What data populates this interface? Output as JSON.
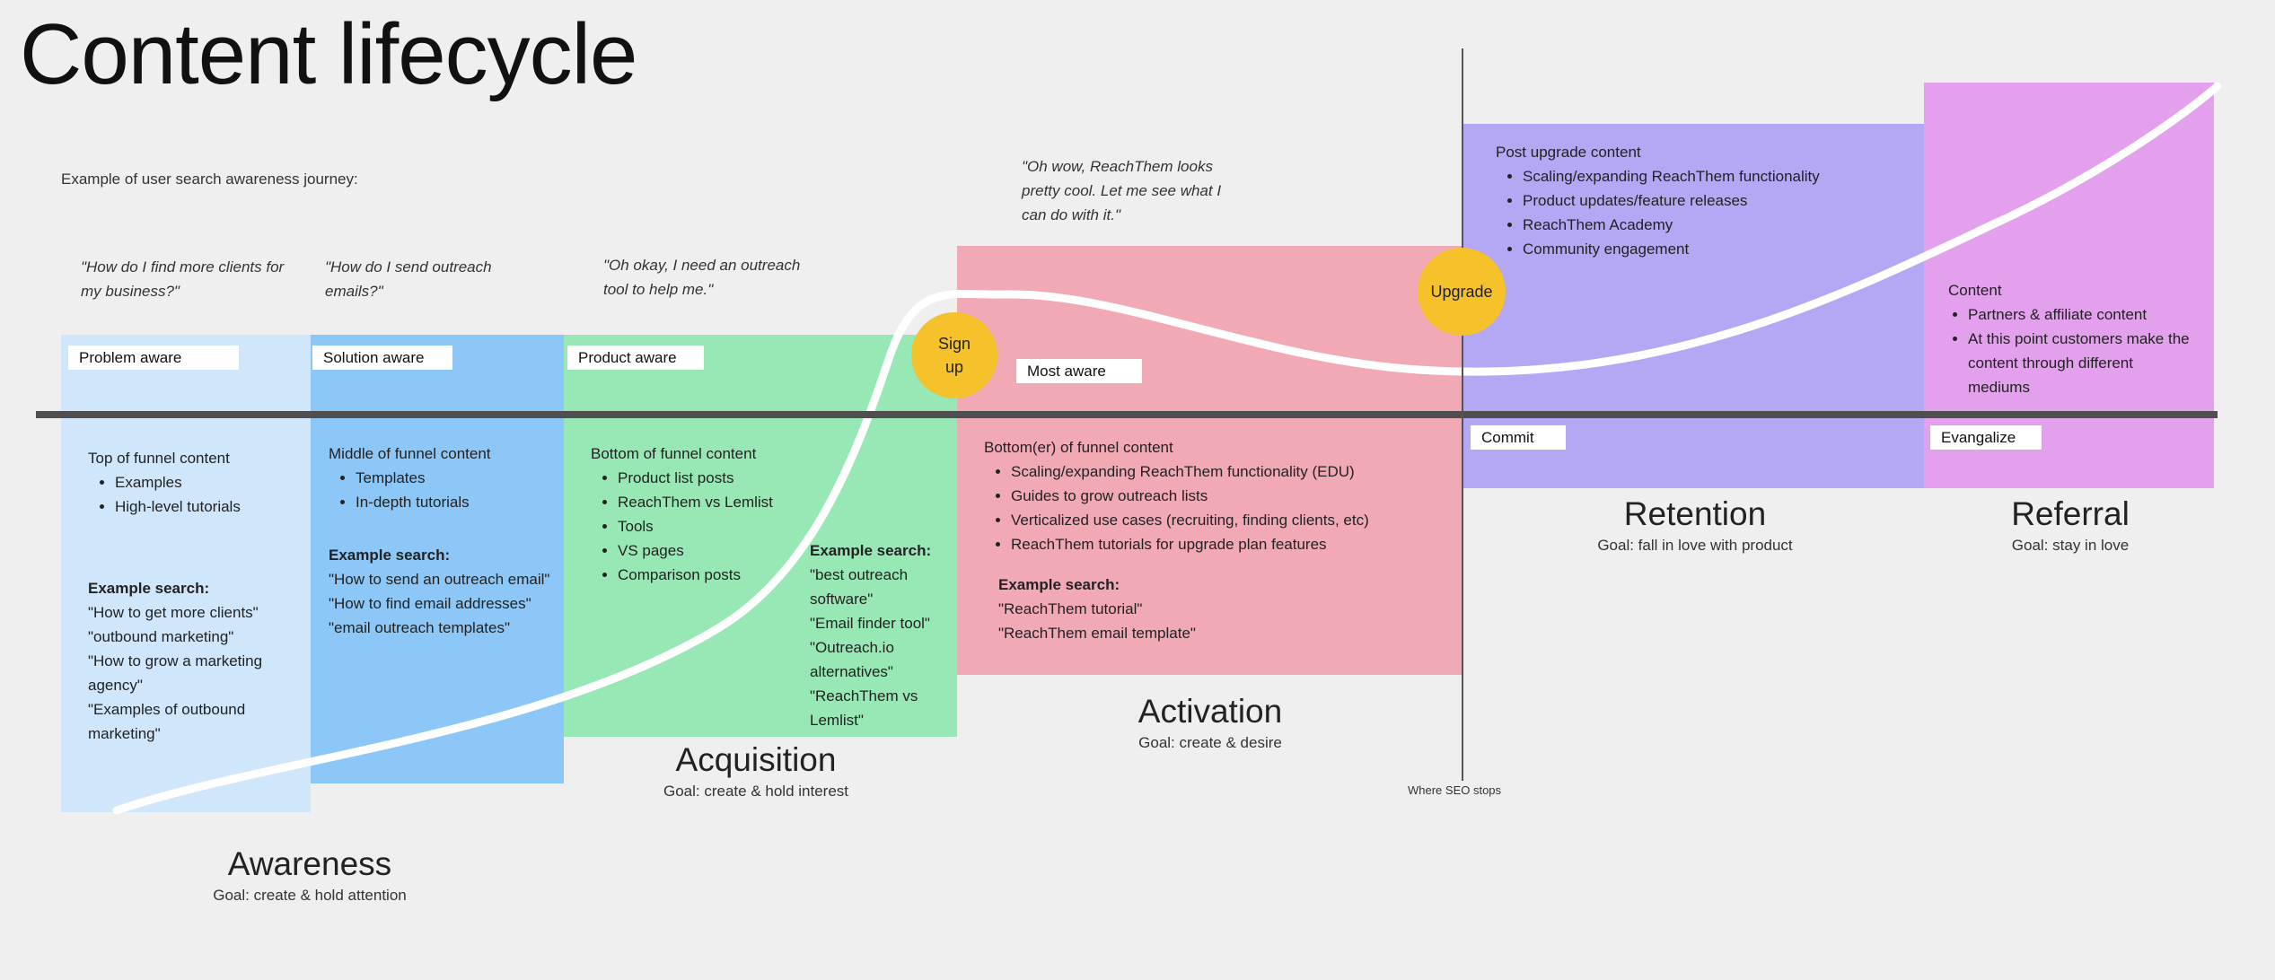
{
  "title": "Content lifecycle",
  "subtitle": "Example of user search awareness journey:",
  "colors": {
    "problem": "#cfe6fb",
    "solution": "#8cc7f7",
    "product": "#98e8b6",
    "activation": "#f2a9b6",
    "retention": "#b4a8f4",
    "referral": "#e3a0ec",
    "milestone": "#f6c22c",
    "axis": "#4f4f4f"
  },
  "quotes": {
    "problem": "\"How do I find more clients for my business?\"",
    "solution": "\"How do I send outreach emails?\"",
    "product": "\"Oh okay, I need an outreach tool to help me.\"",
    "most_aware": "\"Oh wow, ReachThem looks pretty cool. Let me see what I can do with it.\""
  },
  "tags": {
    "problem": "Problem aware",
    "solution": "Solution aware",
    "product": "Product aware",
    "most": "Most aware",
    "commit": "Commit",
    "evangalize": "Evangalize"
  },
  "milestones": {
    "signup_line1": "Sign",
    "signup_line2": "up",
    "upgrade": "Upgrade"
  },
  "content": {
    "top": {
      "heading": "Top of funnel content",
      "items": [
        "Examples",
        "High-level tutorials"
      ],
      "example_label": "Example search:",
      "examples": [
        "\"How to get more clients\"",
        "\"outbound marketing\"",
        "\"How to grow a marketing agency\"",
        "\"Examples of outbound marketing\""
      ]
    },
    "middle": {
      "heading": "Middle of funnel content",
      "items": [
        "Templates",
        "In-depth tutorials"
      ],
      "example_label": "Example search:",
      "examples": [
        "\"How to send an outreach email\"",
        "\"How to find email addresses\"",
        "\"email outreach templates\""
      ]
    },
    "bottom": {
      "heading": "Bottom of funnel content",
      "items": [
        "Product list posts",
        "ReachThem vs Lemlist",
        "Tools",
        "VS pages",
        "Comparison posts"
      ],
      "example_label": "Example search:",
      "examples": [
        "\"best outreach software\"",
        "\"Email finder tool\"",
        "\"Outreach.io alternatives\"",
        "\"ReachThem vs Lemlist\""
      ]
    },
    "bottomer": {
      "heading": "Bottom(er) of funnel content",
      "items": [
        "Scaling/expanding ReachThem functionality (EDU)",
        "Guides to grow outreach lists",
        "Verticalized use cases (recruiting, finding clients, etc)",
        "ReachThem tutorials for upgrade plan features"
      ],
      "example_label": "Example search:",
      "examples": [
        "\"ReachThem tutorial\"",
        "\"ReachThem email template\""
      ]
    },
    "post_upgrade": {
      "heading": "Post upgrade content",
      "items": [
        "Scaling/expanding ReachThem functionality",
        "Product updates/feature releases",
        "ReachThem Academy",
        "Community engagement"
      ]
    },
    "referral": {
      "heading": "Content",
      "items": [
        "Partners & affiliate content",
        "At this point customers make the content through different mediums"
      ]
    }
  },
  "stages": {
    "awareness": {
      "name": "Awareness",
      "goal": "Goal: create & hold attention"
    },
    "acquisition": {
      "name": "Acquisition",
      "goal": "Goal: create & hold interest"
    },
    "activation": {
      "name": "Activation",
      "goal": "Goal: create & desire"
    },
    "retention": {
      "name": "Retention",
      "goal": "Goal: fall in love with product"
    },
    "referral": {
      "name": "Referral",
      "goal": "Goal: stay in love"
    }
  },
  "seo_note": "Where SEO stops"
}
